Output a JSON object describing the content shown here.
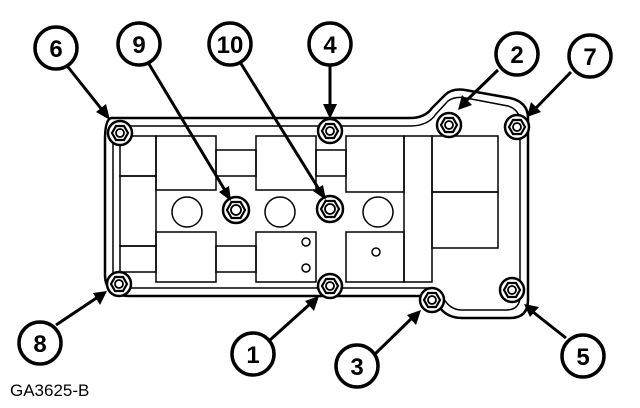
{
  "figure_id": "GA3625-B",
  "callouts": [
    {
      "label": "1"
    },
    {
      "label": "2"
    },
    {
      "label": "3"
    },
    {
      "label": "4"
    },
    {
      "label": "5"
    },
    {
      "label": "6"
    },
    {
      "label": "7"
    },
    {
      "label": "8"
    },
    {
      "label": "9"
    },
    {
      "label": "10"
    }
  ]
}
